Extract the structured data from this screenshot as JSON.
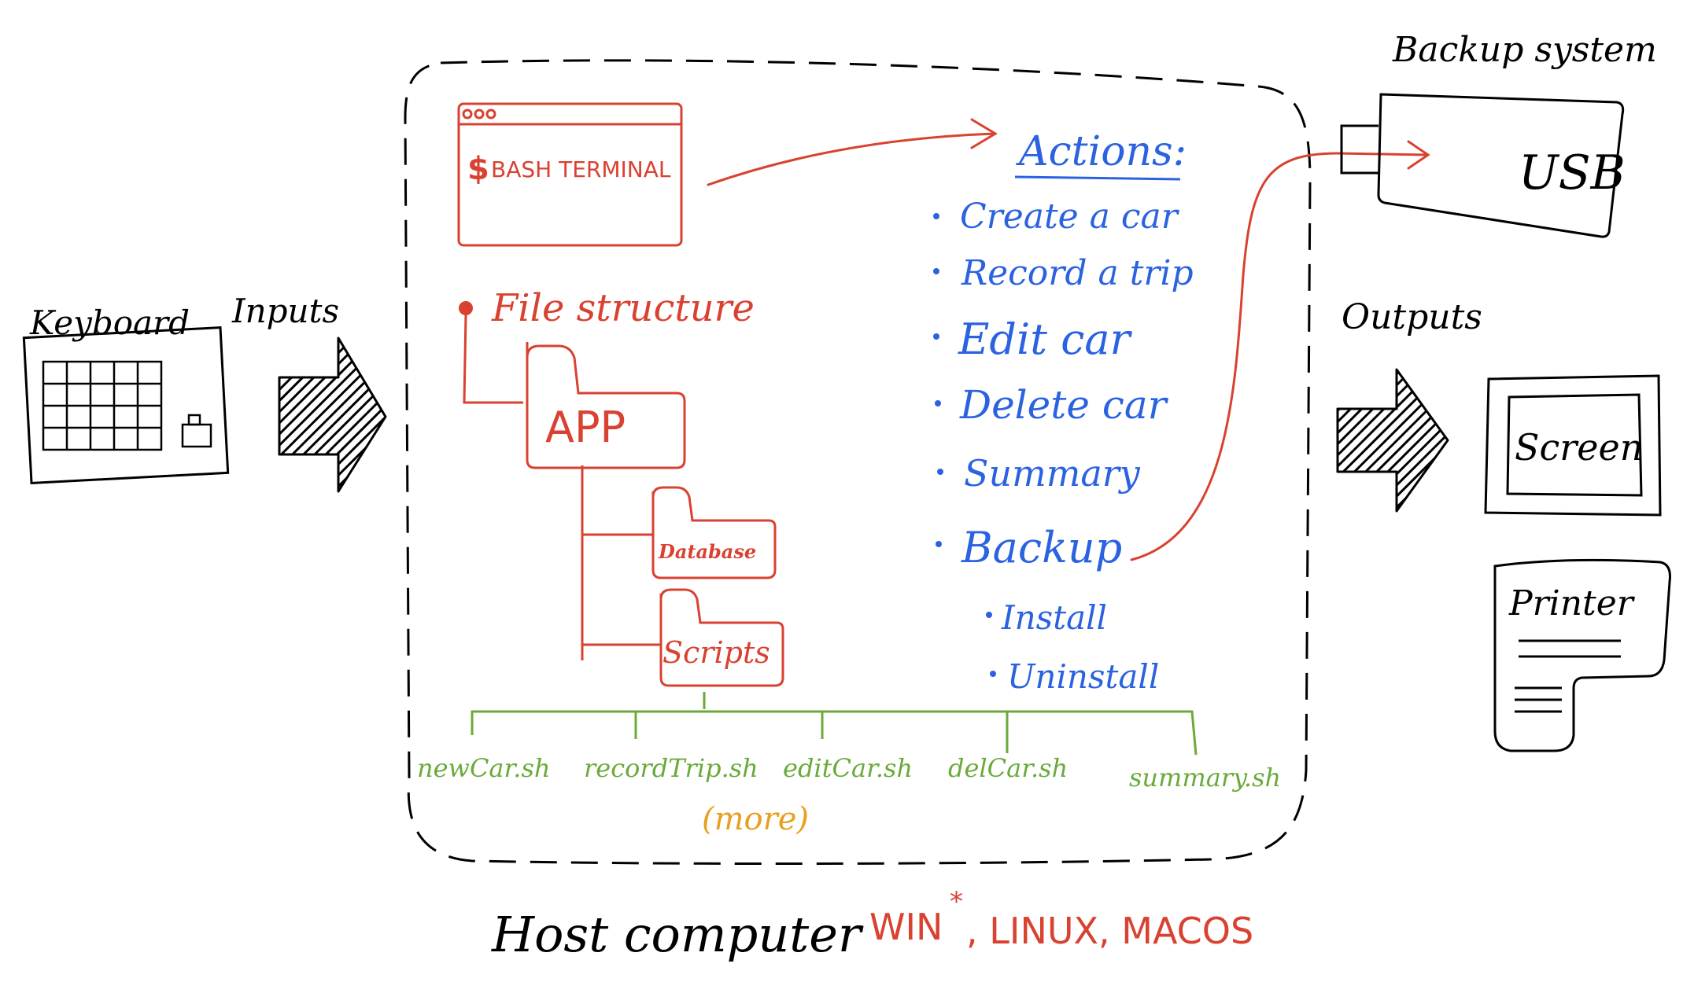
{
  "colors": {
    "ink": "#000000",
    "red": "#d94130",
    "blue": "#2a62e0",
    "green": "#6aaa3a",
    "orange": "#e8a020"
  },
  "inputs": {
    "keyboard_label": "Keyboard",
    "inputs_label": "Inputs"
  },
  "terminal": {
    "dollar": "$",
    "label": "BASH TERMINAL"
  },
  "file_structure": {
    "title": "File structure",
    "app": "APP",
    "database": "Database",
    "scripts": "Scripts"
  },
  "actions": {
    "title": "Actions:",
    "items": [
      "Create a car",
      "Record a trip",
      "Edit car",
      "Delete car",
      "Summary",
      "Backup"
    ],
    "sub_items": [
      "Install",
      "Uninstall"
    ]
  },
  "scripts": {
    "files": [
      "newCar.sh",
      "recordTrip.sh",
      "editCar.sh",
      "delCar.sh",
      "summary.sh"
    ],
    "more": "(more)"
  },
  "backup": {
    "title": "Backup system",
    "usb": "USB"
  },
  "outputs": {
    "label": "Outputs",
    "screen": "Screen",
    "printer": "Printer"
  },
  "host": {
    "label": "Host computer",
    "os_win": "WIN",
    "asterisk": "*",
    "os_rest": ", LINUX, MACOS"
  }
}
